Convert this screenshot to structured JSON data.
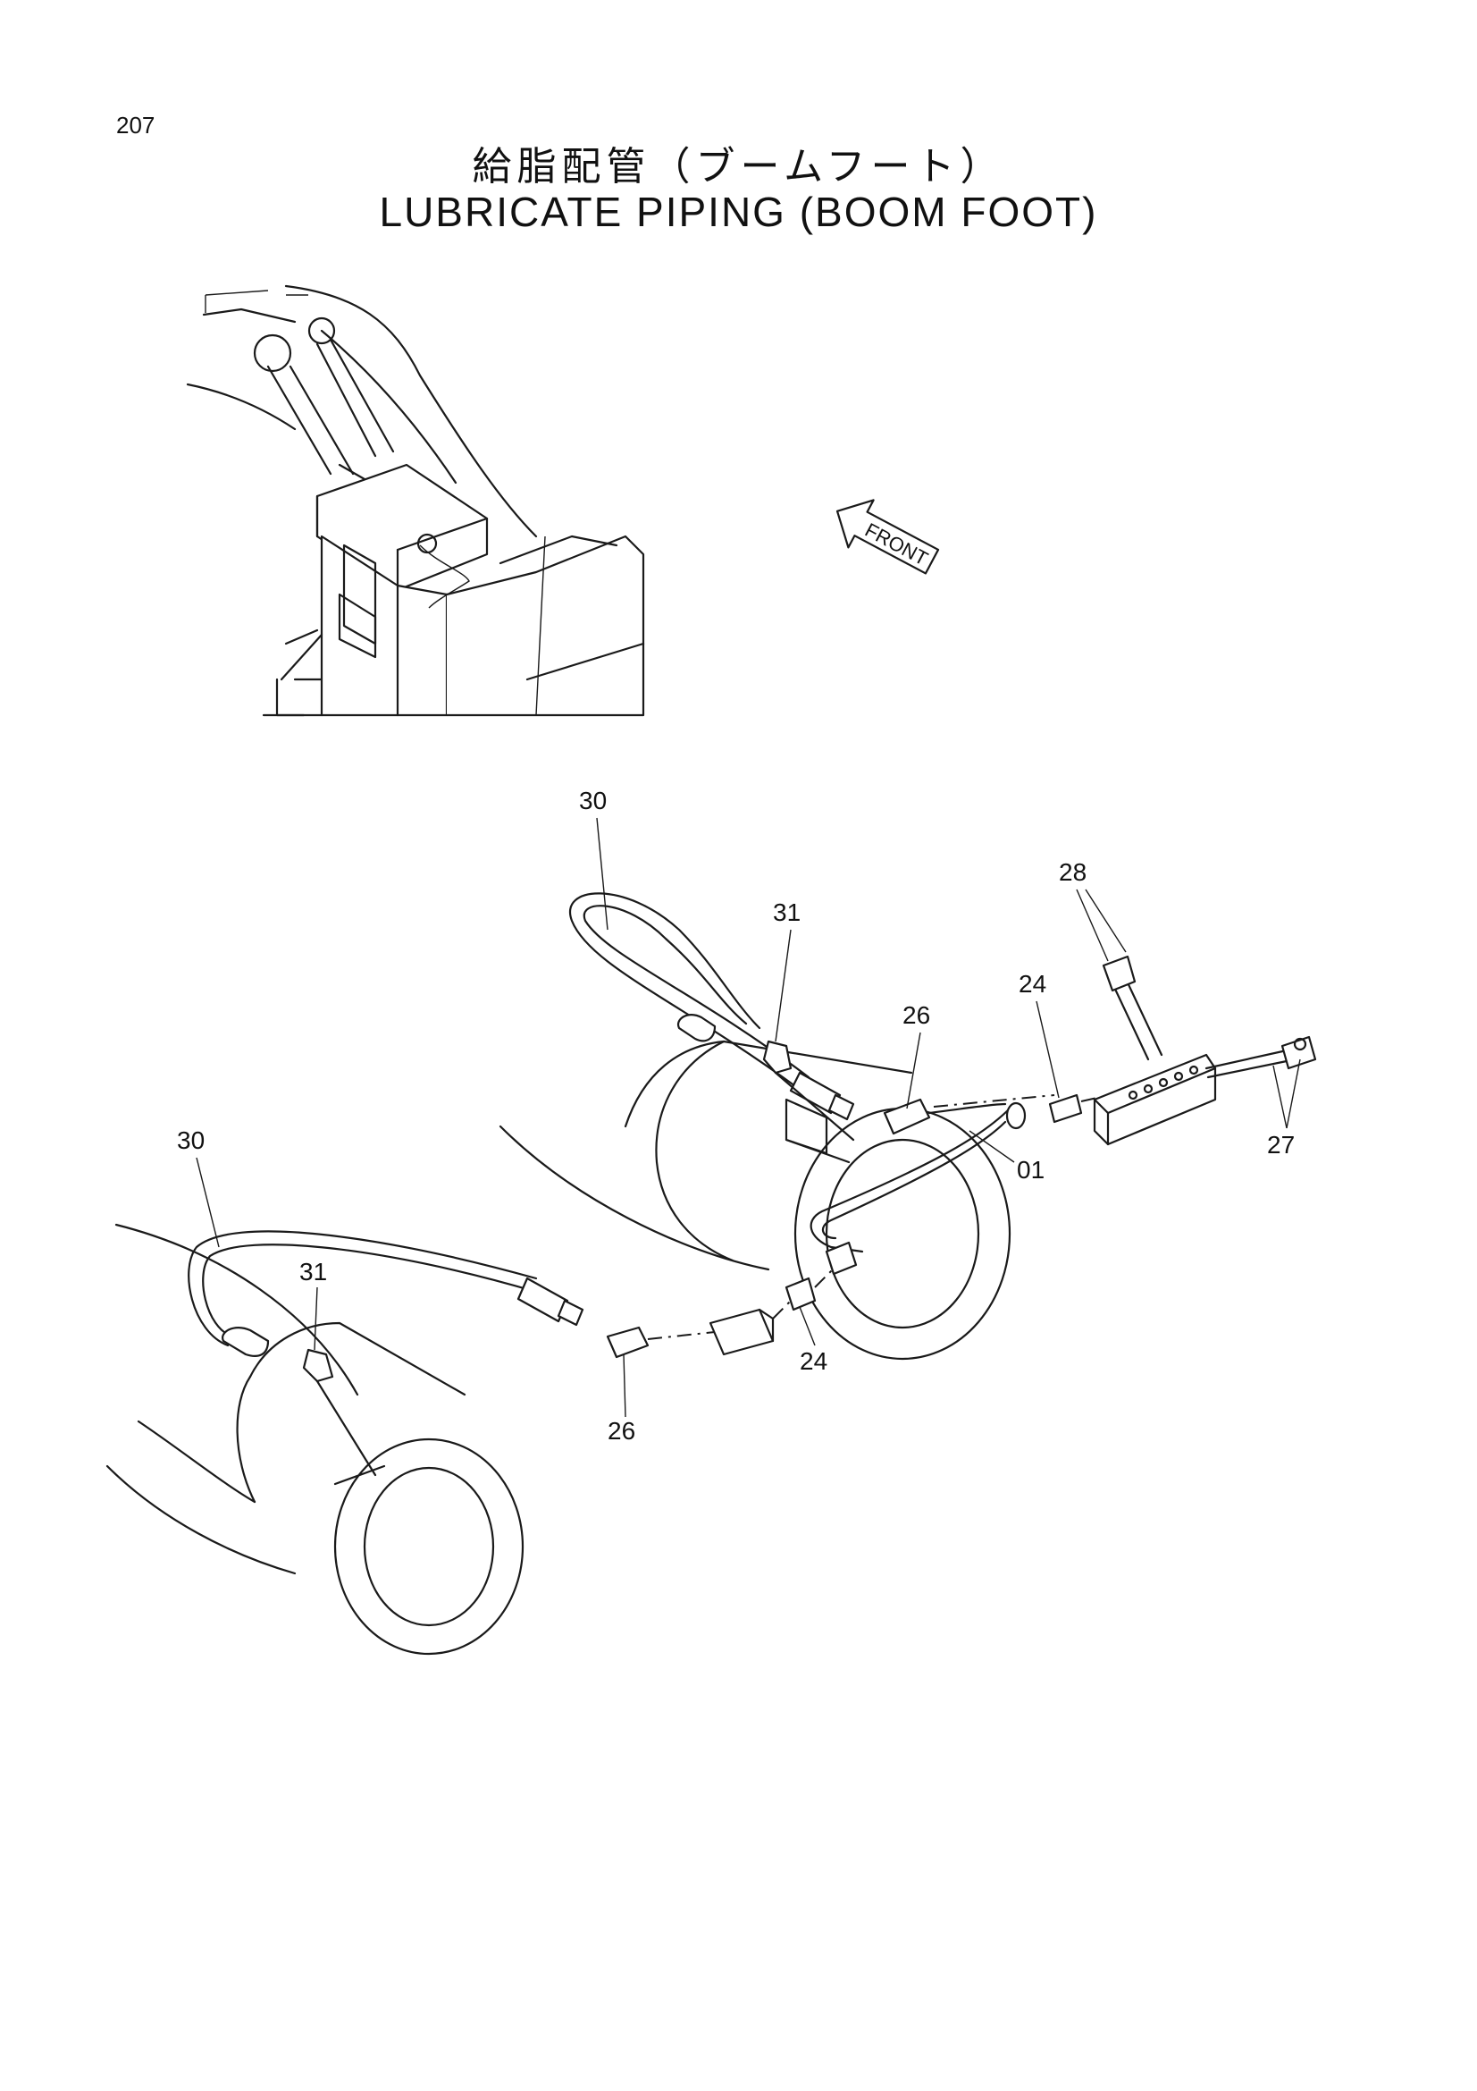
{
  "page_number": "207",
  "title_jp": "給脂配管（ブームフート）",
  "title_en": "LUBRICATE PIPING (BOOM FOOT)",
  "front_label": "FRONT",
  "callouts": {
    "hose_upper": "30",
    "hose_lower": "30",
    "elbow_upper": "31",
    "elbow_lower": "31",
    "adapter_upper": "26",
    "adapter_lower": "26",
    "connector_upper": "24",
    "connector_lower": "24",
    "nipple_28": "28",
    "nipple_27": "27",
    "pipe_01": "01"
  }
}
